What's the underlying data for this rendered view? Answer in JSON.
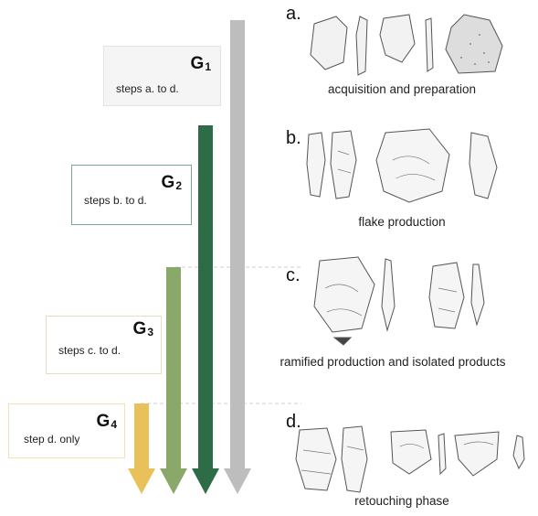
{
  "groups": [
    {
      "label": "G",
      "sub": "1",
      "steps": "steps a. to d.",
      "color": "#bdbdbd"
    },
    {
      "label": "G",
      "sub": "2",
      "steps": "steps b. to d.",
      "color": "#2e6b47"
    },
    {
      "label": "G",
      "sub": "3",
      "steps": "steps c. to d.",
      "color": "#8aa86a"
    },
    {
      "label": "G",
      "sub": "4",
      "steps": "step d. only",
      "color": "#e8c15a"
    }
  ],
  "steps": [
    {
      "letter": "a.",
      "caption": "acquisition and preparation"
    },
    {
      "letter": "b.",
      "caption": "flake production"
    },
    {
      "letter": "c.",
      "caption": "ramified production and isolated products"
    },
    {
      "letter": "d.",
      "caption": "retouching phase"
    }
  ],
  "icons": [
    "stone-tool-drawing-icon"
  ]
}
